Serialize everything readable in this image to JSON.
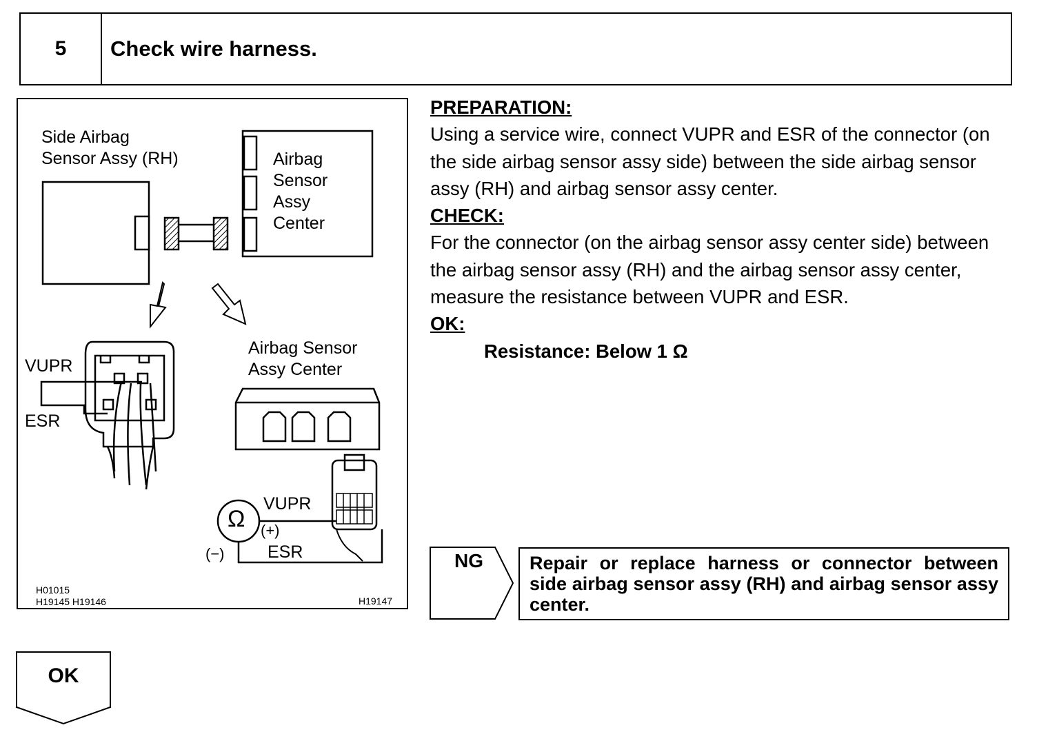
{
  "step": {
    "number": "5",
    "title": "Check wire harness."
  },
  "figure": {
    "side_sensor_label": "Side Airbag\nSensor Assy (RH)",
    "center_sensor_label": "Airbag\nSensor\nAssy\nCenter",
    "vupr_left": "VUPR",
    "esr_left": "ESR",
    "center_connector_label": "Airbag Sensor\nAssy Center",
    "meter_vupr": "VUPR",
    "meter_plus": "(+)",
    "meter_minus": "(−)",
    "meter_esr": "ESR",
    "ohm_symbol": "Ω",
    "codes_left": "H01015\nH19145  H19146",
    "code_right": "H19147"
  },
  "procedure": {
    "preparation_heading": "PREPARATION:",
    "preparation_text": "Using a service wire, connect VUPR and ESR of the connector (on the side airbag sensor assy side) between the side airbag sensor assy (RH) and airbag sensor assy center.",
    "check_heading": "CHECK:",
    "check_text": "For the connector (on the airbag sensor assy center side) between the airbag sensor assy (RH) and the airbag sensor assy center, measure the resistance between VUPR and ESR.",
    "ok_heading": "OK:",
    "spec": "Resistance: Below 1 Ω"
  },
  "results": {
    "ng_label": "NG",
    "ng_action": "Repair or replace harness or connector between side airbag sensor assy (RH) and airbag sensor assy center.",
    "ok_label": "OK"
  }
}
